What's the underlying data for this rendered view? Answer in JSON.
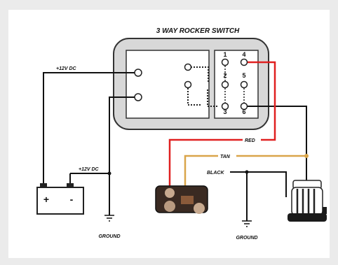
{
  "diagram": {
    "title": "3 WAY ROCKER SWITCH",
    "pin_labels": [
      "1",
      "4",
      "2",
      "5",
      "3",
      "6"
    ],
    "supply_label_top": "+12V DC",
    "supply_label_side": "+12V DC",
    "battery_plus": "+",
    "battery_minus": "-",
    "wire_labels": {
      "red": "RED",
      "tan": "TAN",
      "black": "BLACK"
    },
    "ground_labels": [
      "GROUND",
      "GROUND"
    ],
    "colors": {
      "background": "#ebebeb",
      "panel": "#ffffff",
      "switch_body": "#d8d8d8",
      "red_wire": "#e02020",
      "tan_wire": "#d9a54a",
      "black_wire": "#111111",
      "module": "#3a2a22"
    }
  }
}
